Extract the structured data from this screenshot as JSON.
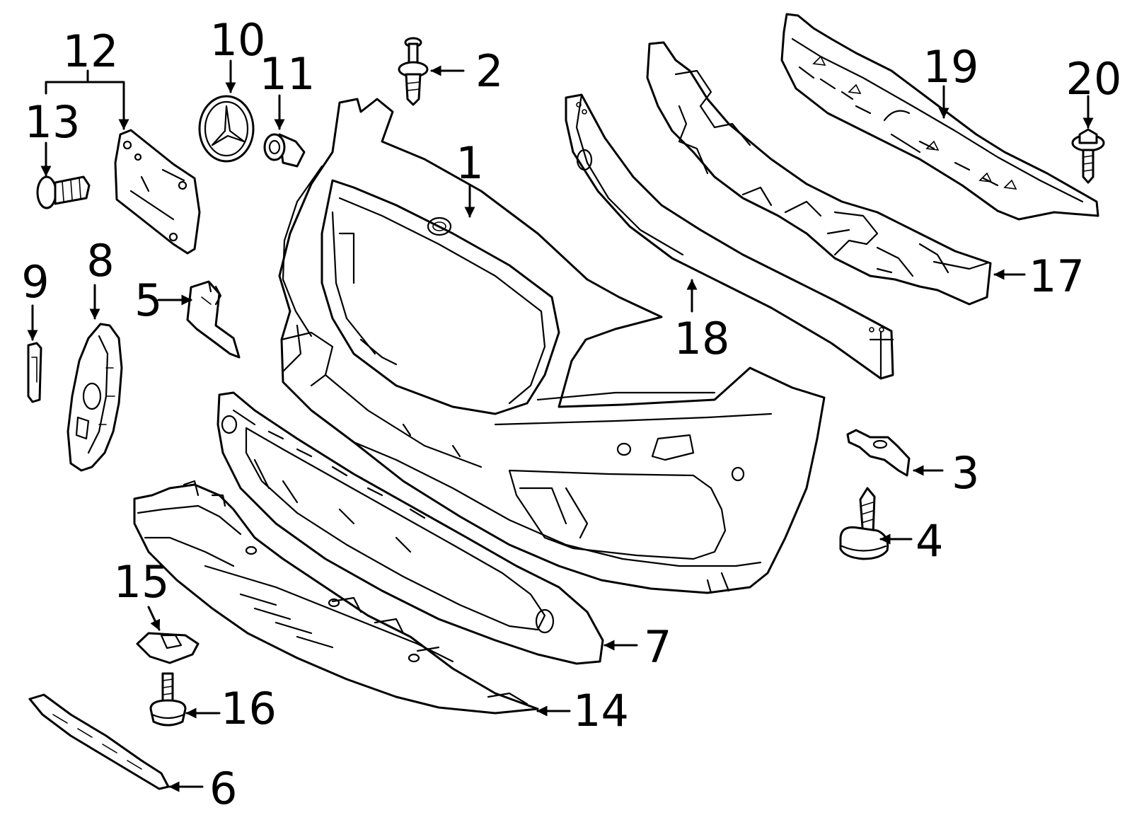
{
  "diagram": {
    "style": {
      "line_color": "#000000",
      "background": "#ffffff"
    },
    "callouts": [
      {
        "id": "c1",
        "label": "1"
      },
      {
        "id": "c2",
        "label": "2"
      },
      {
        "id": "c3",
        "label": "3"
      },
      {
        "id": "c4",
        "label": "4"
      },
      {
        "id": "c5",
        "label": "5"
      },
      {
        "id": "c6",
        "label": "6"
      },
      {
        "id": "c7",
        "label": "7"
      },
      {
        "id": "c8",
        "label": "8"
      },
      {
        "id": "c9",
        "label": "9"
      },
      {
        "id": "c10",
        "label": "10"
      },
      {
        "id": "c11",
        "label": "11"
      },
      {
        "id": "c12",
        "label": "12"
      },
      {
        "id": "c13",
        "label": "13"
      },
      {
        "id": "c14",
        "label": "14"
      },
      {
        "id": "c15",
        "label": "15"
      },
      {
        "id": "c16",
        "label": "16"
      },
      {
        "id": "c17",
        "label": "17"
      },
      {
        "id": "c18",
        "label": "18"
      },
      {
        "id": "c19",
        "label": "19"
      },
      {
        "id": "c20",
        "label": "20"
      }
    ]
  }
}
